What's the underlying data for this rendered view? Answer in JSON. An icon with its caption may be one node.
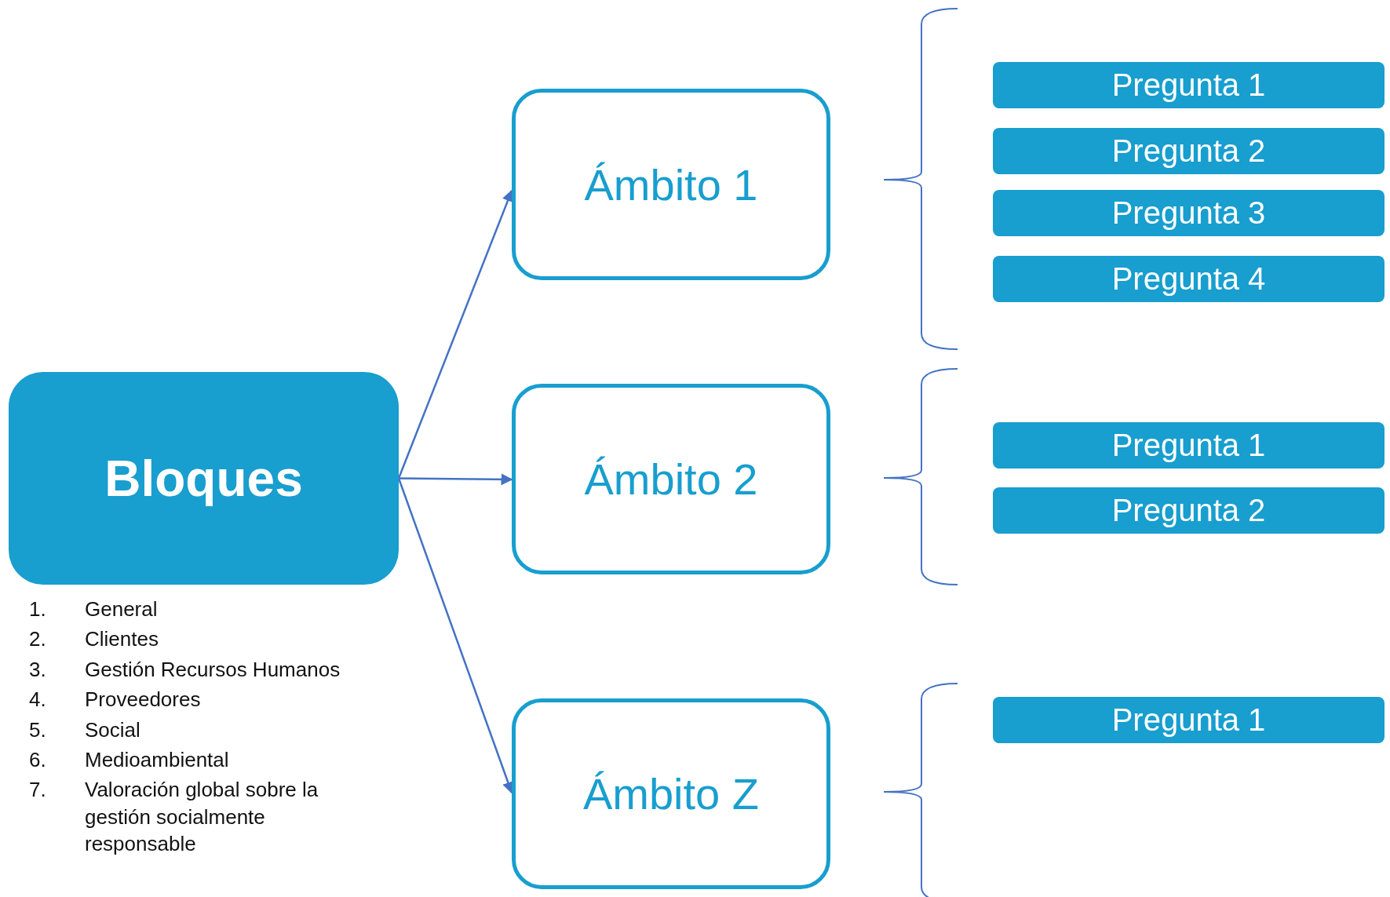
{
  "diagram": {
    "nodes": [
      {
        "text": [
          "Bloques"
        ]
      },
      {
        "text": [
          "Ámbito 1"
        ]
      },
      {
        "text": [
          "Ámbito 2"
        ]
      },
      {
        "text": [
          "Ámbito Z"
        ]
      },
      {
        "text": [
          "Pregunta 1"
        ]
      },
      {
        "text": [
          "Pregunta 2"
        ]
      },
      {
        "text": [
          "Pregunta 3"
        ]
      },
      {
        "text": [
          "Pregunta 4"
        ]
      },
      {
        "text": [
          "Pregunta 1"
        ]
      },
      {
        "text": [
          "Pregunta 2"
        ]
      },
      {
        "text": [
          "Pregunta 1"
        ]
      }
    ],
    "edges": [
      {
        "from": 0,
        "to": 1,
        "arrow": "to"
      },
      {
        "from": 0,
        "to": 2,
        "arrow": "to"
      },
      {
        "from": 0,
        "to": 3,
        "arrow": "to"
      }
    ],
    "labels": [
      "1.",
      "General",
      "2.",
      "Clientes",
      "3.",
      "Gestión Recursos Humanos",
      "4.",
      "Proveedores",
      "5.",
      "Social",
      "6.",
      "Medioambiental",
      "7.",
      "Valoración global sobre la gestión socialmente responsable"
    ]
  }
}
